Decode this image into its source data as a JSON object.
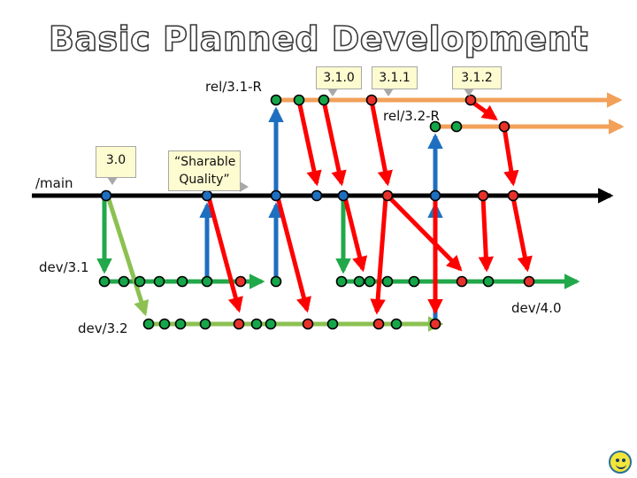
{
  "title": "Basic Planned Development",
  "branches": {
    "main": "/main",
    "rel31": "rel/3.1-R",
    "rel32": "rel/3.2-R",
    "dev31": "dev/3.1",
    "dev32": "dev/3.2",
    "dev40": "dev/4.0"
  },
  "tags": {
    "t30": "3.0",
    "t310": "3.1.0",
    "t311": "3.1.1",
    "t312": "3.1.2"
  },
  "quote": {
    "line1": "“Sharable",
    "line2": "Quality”"
  },
  "colors": {
    "main": "#000000",
    "release": "#f2a05a",
    "dev31": "#21a84a",
    "dev32": "#8cc152",
    "integrate": "#1f6fc0",
    "merge": "#ff0000",
    "node_green": "#15a64a",
    "node_blue": "#1f6fc0",
    "node_red": "#e8312a"
  },
  "icons": {
    "corner": "smiley-icon"
  }
}
